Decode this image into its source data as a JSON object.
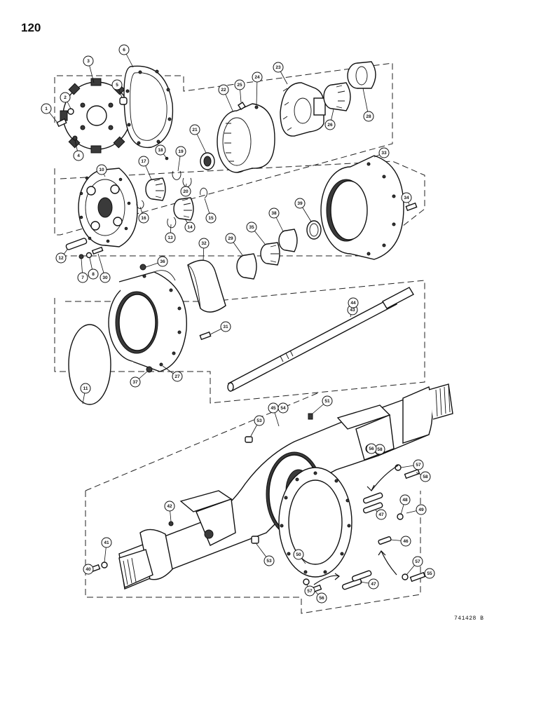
{
  "page_number": "120",
  "drawing_id": "741428 B",
  "callouts": [
    "1",
    "2",
    "3",
    "4",
    "5",
    "6",
    "7",
    "8",
    "10",
    "11",
    "12",
    "13",
    "14",
    "15",
    "16",
    "17",
    "18",
    "19",
    "20",
    "21",
    "22",
    "23",
    "24",
    "25",
    "26",
    "27",
    "28",
    "29",
    "30",
    "31",
    "32",
    "33",
    "34",
    "35",
    "36",
    "37",
    "38",
    "39",
    "40",
    "41",
    "42",
    "43",
    "44",
    "45",
    "46",
    "47",
    "48",
    "49",
    "50",
    "51",
    "53",
    "54",
    "55",
    "56",
    "57",
    "58"
  ]
}
